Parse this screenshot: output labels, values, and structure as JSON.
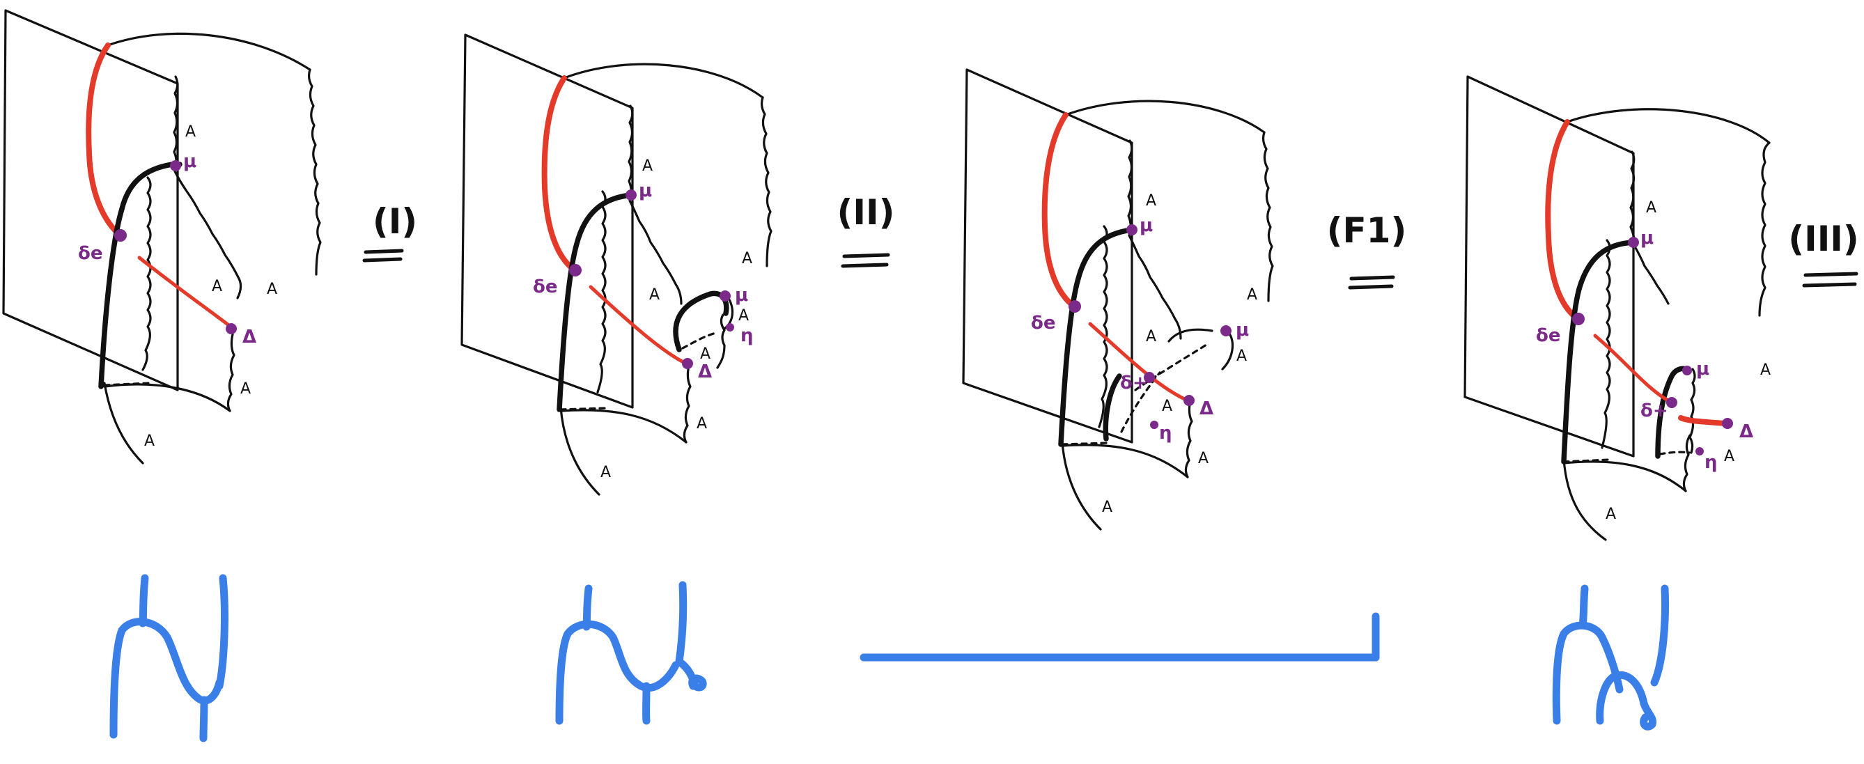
{
  "moves": [
    {
      "label": "(I)"
    },
    {
      "label": "(II)"
    },
    {
      "label": "(F1)"
    },
    {
      "label": "(III)"
    }
  ],
  "labels": {
    "A": "A",
    "mu": "μ",
    "delta_e": "δe",
    "delta_plus": "δ+",
    "Delta": "Δ",
    "eta": "η"
  },
  "colors": {
    "seam": "#e33a2a",
    "vertex": "#7c2a8a",
    "string_diagram": "#3a7ee8",
    "ink": "#111111"
  }
}
